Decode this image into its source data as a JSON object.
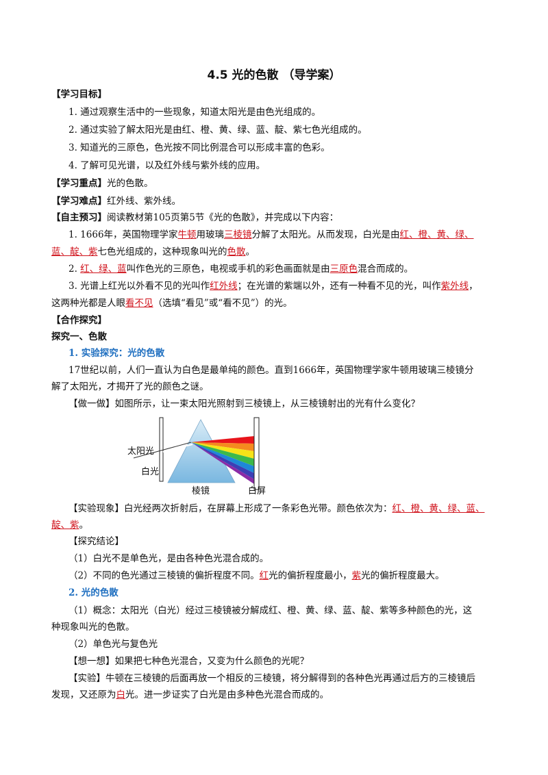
{
  "title": "4.5  光的色散  （导学案）",
  "goals": {
    "heading": "【学习目标】",
    "items": [
      "1. 通过观察生活中的一些现象，知道太阳光是由色光组成的。",
      "2. 通过实验了解太阳光是由红、橙、黄、绿、蓝、靛、紫七色光组成的。",
      "3. 知道光的三原色，色光按不同比例混合可以形成丰富的色彩。",
      "4. 了解可见光谱，以及红外线与紫外线的应用。"
    ]
  },
  "focus": {
    "label": "【学习重点】",
    "text": "光的色散。"
  },
  "difficulty": {
    "label": "【学习难点】",
    "text": "红外线、紫外线。"
  },
  "preview": {
    "label": "【自主预习】",
    "text": "阅读教材第105页第5节《光的色散》，并完成以下内容：",
    "q1": {
      "a": "1.  1666年，英国物理学家",
      "ans1": "牛顿",
      "b": "用玻璃",
      "ans2": "三棱镜",
      "c": "分解了太阳光。从而发现，白光是由",
      "ans3": "红、橙、黄、绿、",
      "ans4": "蓝、靛、紫",
      "d": "七色光组成的，这种现象叫光的",
      "ans5": "色散",
      "e": "。"
    },
    "q2": {
      "a": "2. ",
      "ans1": "红、绿、蓝",
      "b": "叫作色光的三原色，电视或手机的彩色画面就是由",
      "ans2": "三原色",
      "c": "混合而成的。"
    },
    "q3": {
      "a": "3. 光谱上红光以外看不见的光叫作",
      "ans1": "红外线",
      "b": "；在光谱的紫端以外，还有一种看不见的光，叫作",
      "ans2": "紫外线",
      "c": "，",
      "d": "这两种光都是人眼",
      "ans3": "看不见",
      "e": "（选填“看见”或“看不见”）的光。"
    }
  },
  "coop": {
    "heading": "【合作探究】",
    "part1": "探究一、色散",
    "sec1_title": "1. 实验探究：光的色散",
    "intro1": "17世纪以前，人们一直认为白色是最单纯的颜色。直到1666年，英国物理学家牛顿用玻璃三棱镜分",
    "intro2": "解了太阳光，才揭开了光的颜色之谜。",
    "try": "【做一做】如图所示，让一束太阳光照射到三棱镜上，从三棱镜射出的光有什么变化？",
    "figure": {
      "label_sun": "太阳光",
      "label_white": "白光",
      "label_prism": "棱镜",
      "label_screen": "白屏"
    },
    "phenomenon": {
      "a": "【实验现象】白光经两次折射后，在屏幕上形成了一条彩色光带。颜色依次为：",
      "ans1": "红、橙、黄、绿、蓝、",
      "ans2": "靛、紫",
      "b": "。"
    },
    "conclusion_label": "【探究结论】",
    "c1": "（1）白光不是单色光，是由各种色光混合成的。",
    "c2": {
      "a": "（2）不同的色光通过三棱镜的偏折程度不同。",
      "ans1": "红",
      "b": "光的偏折程度最小，",
      "ans2": "紫",
      "c": "光的偏折程度最大。"
    },
    "sec2_title": "2. 光的色散",
    "concept1": "（1）概念：太阳光（白光）经过三棱镜被分解成红、橙、黄、绿、蓝、靛、紫等多种颜色的光，这",
    "concept2": "种现象叫光的色散。",
    "mono": "（2）单色光与复色光",
    "think": "【想一想】如果把七种色光混合，又变为什么颜色的光呢？",
    "exp": {
      "a": "【实验】牛顿在三棱镜的后面再放一个相反的三棱镜，将分解得到的各种色光再通过后方的三棱镜后",
      "b": "发现，又还原为",
      "ans1": "白",
      "c": "光。进一步证实了白光是由多种色光混合而成的。"
    }
  }
}
